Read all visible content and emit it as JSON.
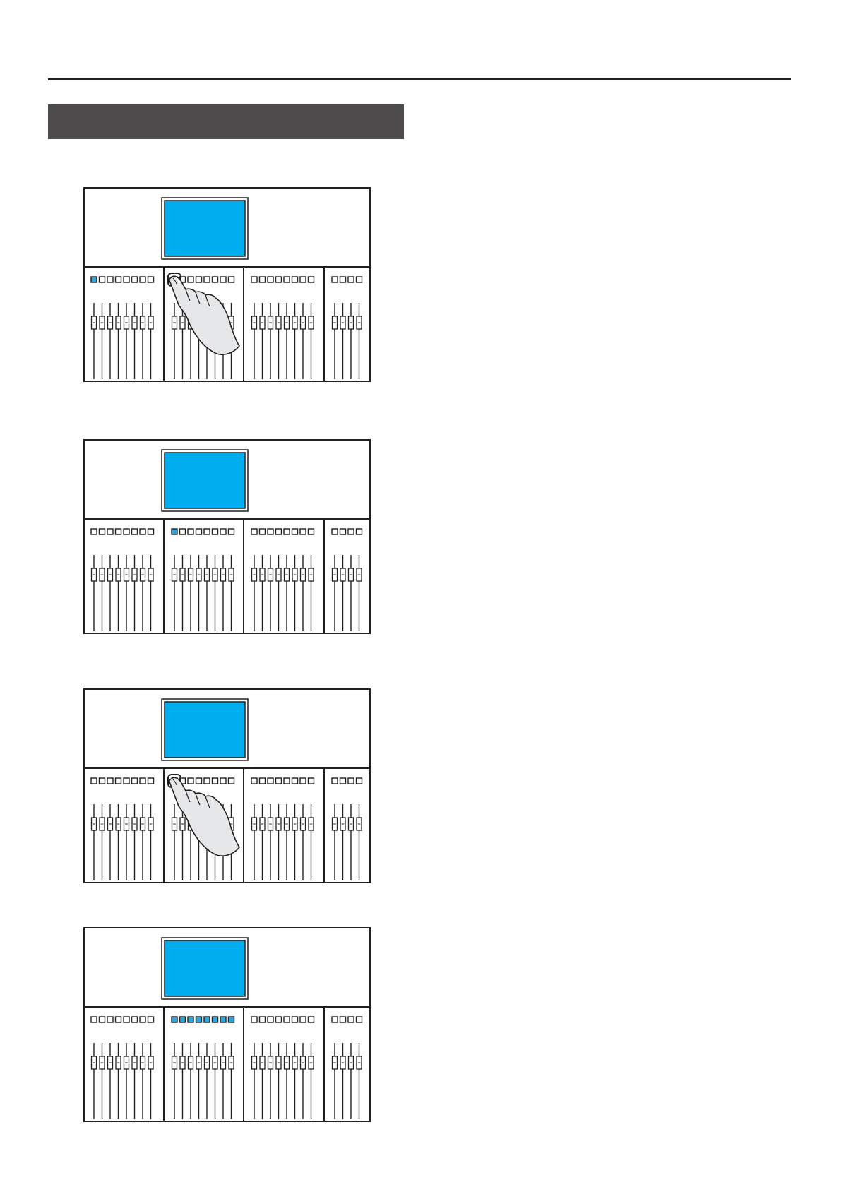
{
  "colors": {
    "line": "#231f20",
    "screen": "#00aeef",
    "highlight": "#2aa6e0",
    "hand_fill": "#e6e7e8",
    "section_bar": "#4d4b4c"
  },
  "figures": [
    {
      "id": "step-1",
      "channel_groups": [
        8,
        8,
        8,
        4
      ],
      "lit_buttons": [
        [
          0,
          0
        ]
      ],
      "hand_on": [
        1,
        0
      ]
    },
    {
      "id": "step-2",
      "channel_groups": [
        8,
        8,
        8,
        4
      ],
      "lit_buttons": [
        [
          1,
          0
        ]
      ],
      "hand_on": null
    },
    {
      "id": "step-3",
      "channel_groups": [
        8,
        8,
        8,
        4
      ],
      "lit_buttons": [
        [
          1,
          0
        ]
      ],
      "hand_on": [
        1,
        0
      ]
    },
    {
      "id": "step-4",
      "channel_groups": [
        8,
        8,
        8,
        4
      ],
      "lit_buttons": [
        [
          1,
          0
        ],
        [
          1,
          1
        ],
        [
          1,
          2
        ],
        [
          1,
          3
        ],
        [
          1,
          4
        ],
        [
          1,
          5
        ],
        [
          1,
          6
        ],
        [
          1,
          7
        ]
      ],
      "hand_on": null
    }
  ]
}
